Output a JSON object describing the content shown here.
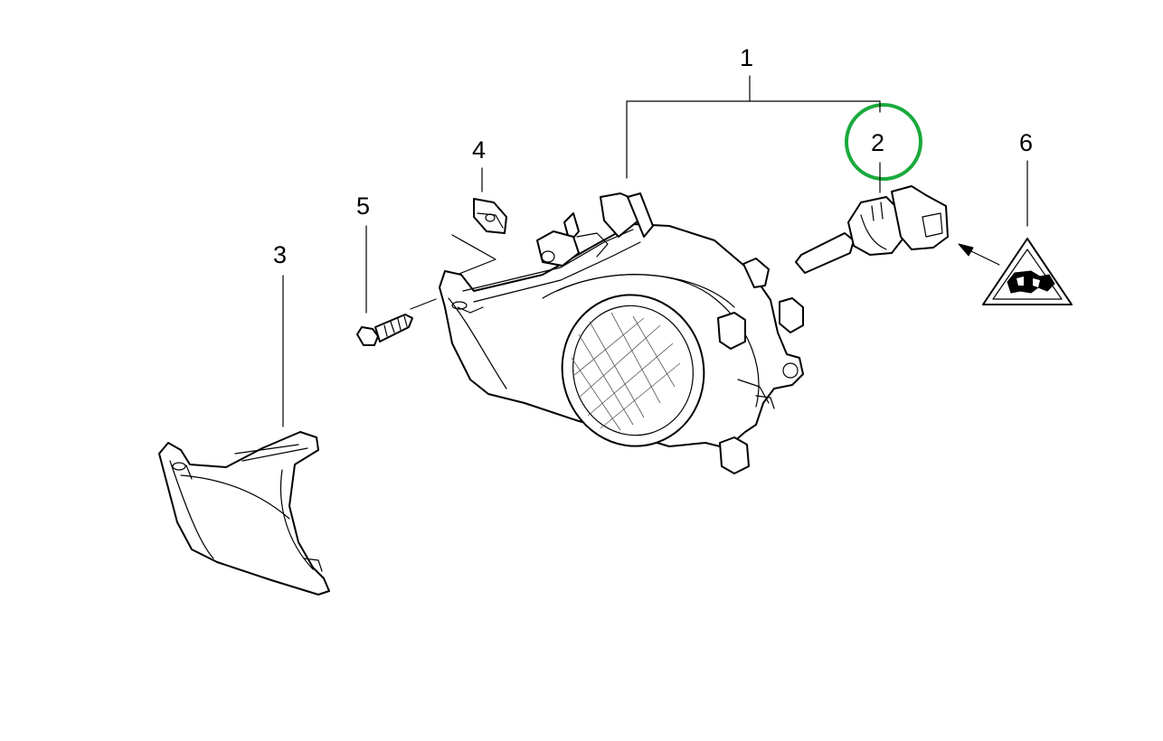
{
  "callouts": [
    {
      "id": "1",
      "label": "1"
    },
    {
      "id": "2",
      "label": "2"
    },
    {
      "id": "3",
      "label": "3"
    },
    {
      "id": "4",
      "label": "4"
    },
    {
      "id": "5",
      "label": "5"
    },
    {
      "id": "6",
      "label": "6"
    }
  ],
  "highlight": {
    "callout": "2",
    "color": "#1aaa3c"
  },
  "parts": [
    {
      "callout": "1",
      "name": "fog-light-assembly-icon"
    },
    {
      "callout": "2",
      "name": "bulb-icon"
    },
    {
      "callout": "3",
      "name": "trim-cover-icon"
    },
    {
      "callout": "4",
      "name": "clip-nut-icon"
    },
    {
      "callout": "5",
      "name": "screw-icon"
    },
    {
      "callout": "6",
      "name": "warning-triangle-icon"
    }
  ]
}
